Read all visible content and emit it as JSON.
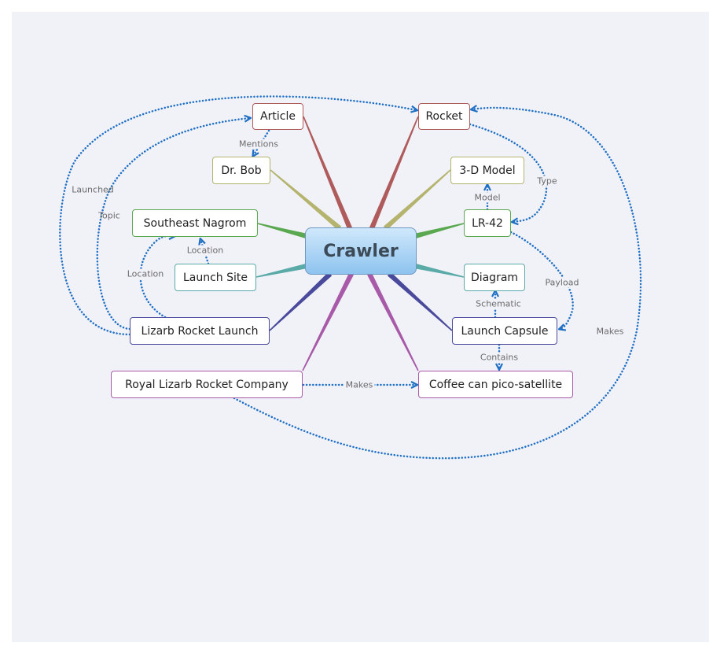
{
  "center": "Crawler",
  "nodes": {
    "article": "Article",
    "rocket": "Rocket",
    "dr_bob": "Dr. Bob",
    "model_3d": "3-D Model",
    "southeast_nagrom": "Southeast Nagrom",
    "lr42": "LR-42",
    "launch_site": "Launch Site",
    "diagram": "Diagram",
    "lizarb_launch": "Lizarb Rocket Launch",
    "launch_capsule": "Launch Capsule",
    "royal_company": "Royal Lizarb Rocket Company",
    "coffee_can": "Coffee can pico-satellite"
  },
  "relations": {
    "mentions": "Mentions",
    "type": "Type",
    "model": "Model",
    "launched": "Launched",
    "topic": "Topic",
    "location_site": "Location",
    "location_launch": "Location",
    "payload": "Payload",
    "schematic": "Schematic",
    "contains": "Contains",
    "makes_coffee": "Makes",
    "makes_rocket": "Makes"
  },
  "colors": {
    "background": "#f1f2f8",
    "relation": "#1f6fc5",
    "article": "#b05b5b",
    "rocket": "#b05b5b",
    "dr_bob": "#b4b46e",
    "model_3d": "#b4b46e",
    "southeast_nagrom": "#5aa84f",
    "lr42": "#5aa84f",
    "launch_site": "#5aaaa8",
    "diagram": "#5aaaa8",
    "lizarb_launch": "#4a4a9c",
    "launch_capsule": "#4a4a9c",
    "royal_company": "#a85aa8",
    "coffee_can": "#a85aa8"
  }
}
